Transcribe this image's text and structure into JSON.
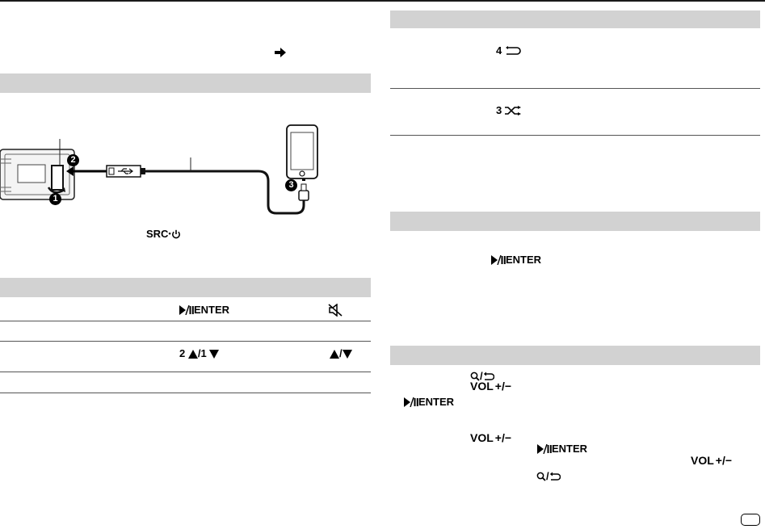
{
  "keys": {
    "repeat_key": "4",
    "random_key": "3",
    "src_label": "SRC",
    "enter_label": "ENTER",
    "vol_label": "VOL",
    "updown_key_a": "2",
    "updown_key_b": "1",
    "slash": "/",
    "plus_minus": "+/−"
  },
  "diagram": {
    "step_1": "1",
    "step_2": "2",
    "step_3": "3"
  },
  "icons": {
    "arrow": "right-arrow-icon",
    "repeat": "repeat-icon",
    "random": "shuffle-icon",
    "power": "power-icon",
    "play_pause": "play-pause-icon",
    "mute": "speaker-mute-icon",
    "search": "search-icon",
    "back": "back-arrow-icon",
    "usb": "usb-icon",
    "up": "up-triangle-icon",
    "down": "down-triangle-icon"
  }
}
